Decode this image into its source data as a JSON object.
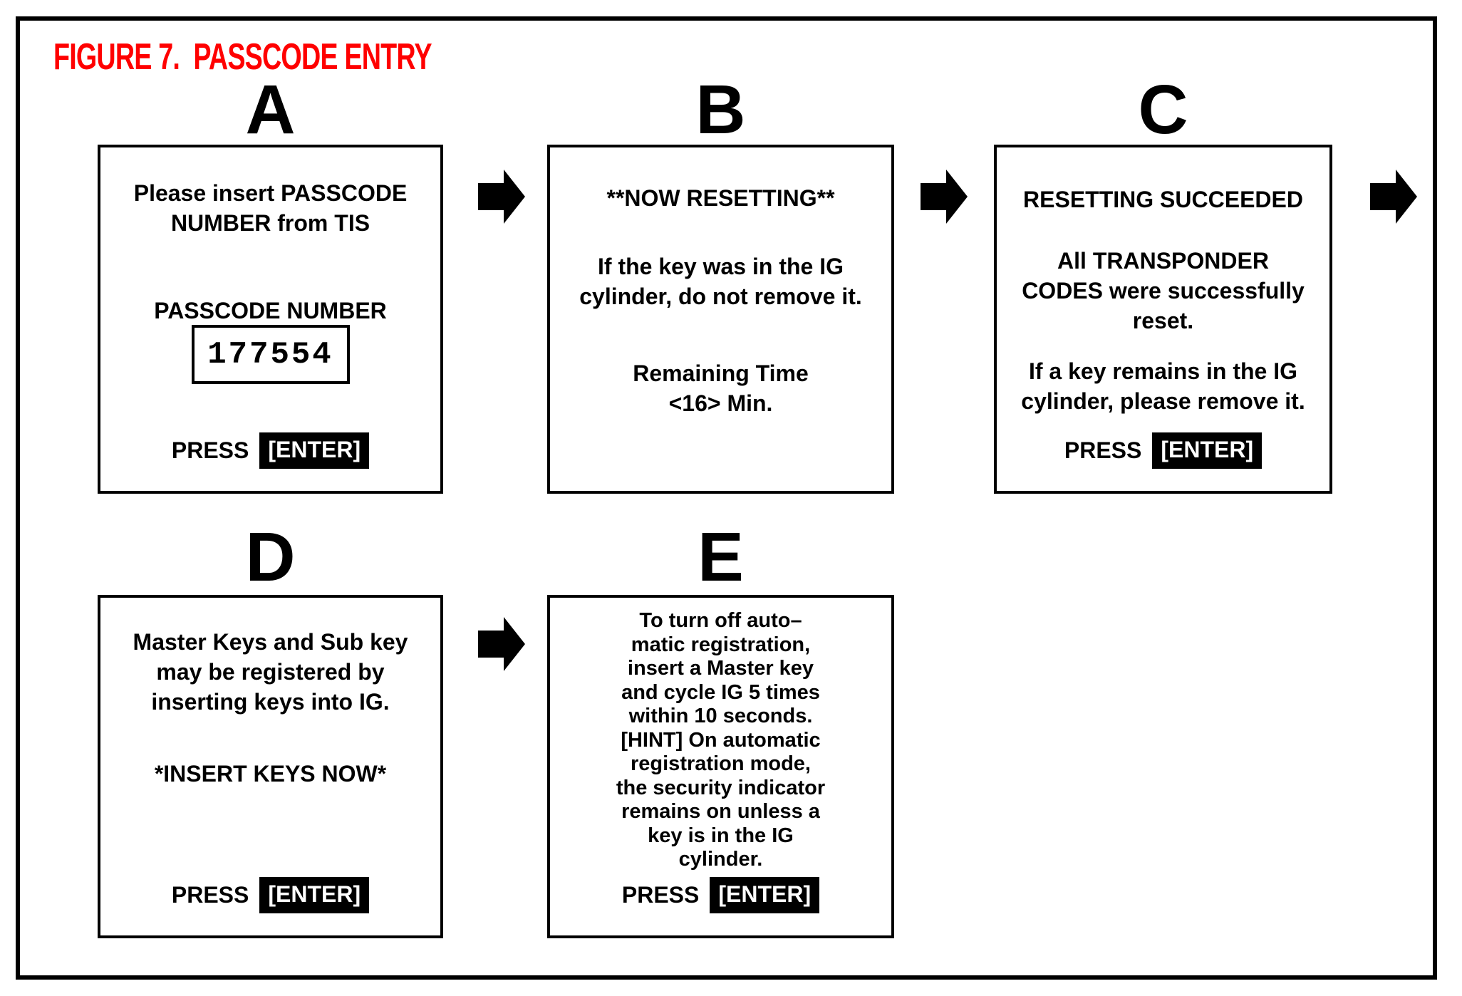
{
  "figure": {
    "title": "FIGURE 7.  PASSCODE ENTRY"
  },
  "colors": {
    "figure_title": "#ff0000",
    "ink": "#000000",
    "paper": "#ffffff"
  },
  "screens": [
    {
      "label": "A",
      "body": "Please insert PASSCODE\nNUMBER from TIS",
      "passcode_label": "PASSCODE NUMBER",
      "passcode_value": "177554",
      "press": "PRESS",
      "enter": "[ENTER]"
    },
    {
      "label": "B",
      "heading": "**NOW RESETTING**",
      "body": "If the key was in the IG\ncylinder, do not remove it.",
      "remaining": "Remaining Time\n<16> Min."
    },
    {
      "label": "C",
      "heading": "RESETTING SUCCEEDED",
      "body": "All TRANSPONDER\nCODES were successfully\nreset.",
      "body2": "If a key remains in the IG\ncylinder, please remove it.",
      "press": "PRESS",
      "enter": "[ENTER]"
    },
    {
      "label": "D",
      "body": "Master Keys and Sub key\nmay be registered by\ninserting keys into IG.",
      "body2": "*INSERT KEYS NOW*",
      "press": "PRESS",
      "enter": "[ENTER]"
    },
    {
      "label": "E",
      "body": "To turn off auto–\nmatic registration,\ninsert a Master key\nand cycle IG 5 times\nwithin 10 seconds.\n[HINT] On automatic\nregistration mode,\nthe security indicator\nremains on unless a\nkey is in the IG\ncylinder.",
      "press": "PRESS",
      "enter": "[ENTER]"
    }
  ]
}
